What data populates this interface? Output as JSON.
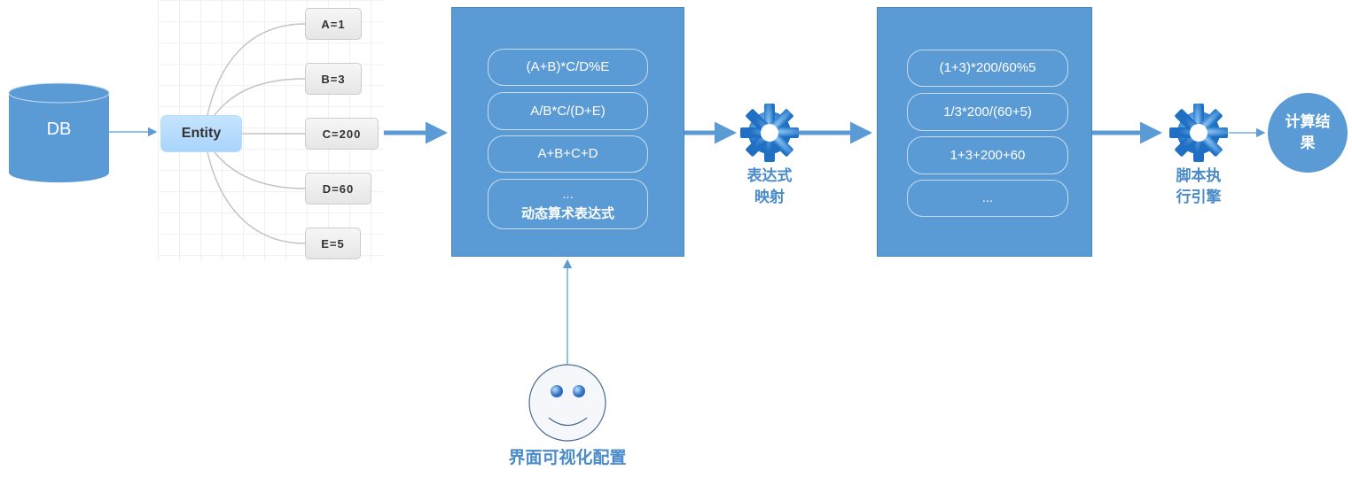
{
  "db": {
    "label": "DB"
  },
  "entity": {
    "label": "Entity",
    "attributes": [
      "A=1",
      "B=3",
      "C=200",
      "D=60",
      "E=5"
    ]
  },
  "expressions": {
    "items": [
      "(A+B)*C/D%E",
      "A/B*C/(D+E)",
      "A+B+C+D"
    ],
    "more": "...",
    "more_label": "动态算术表达式"
  },
  "mapping": {
    "label_line1": "表达式",
    "label_line2": "映射"
  },
  "mapped": {
    "items": [
      "(1+3)*200/60%5",
      "1/3*200/(60+5)",
      "1+3+200+60",
      "..."
    ]
  },
  "engine": {
    "label_line1": "脚本执",
    "label_line2": "行引擎"
  },
  "result": {
    "label": "计算结果"
  },
  "ui_config": {
    "label": "界面可视化配置"
  },
  "colors": {
    "primary": "#5b9bd5",
    "label": "#4a8bc9"
  }
}
